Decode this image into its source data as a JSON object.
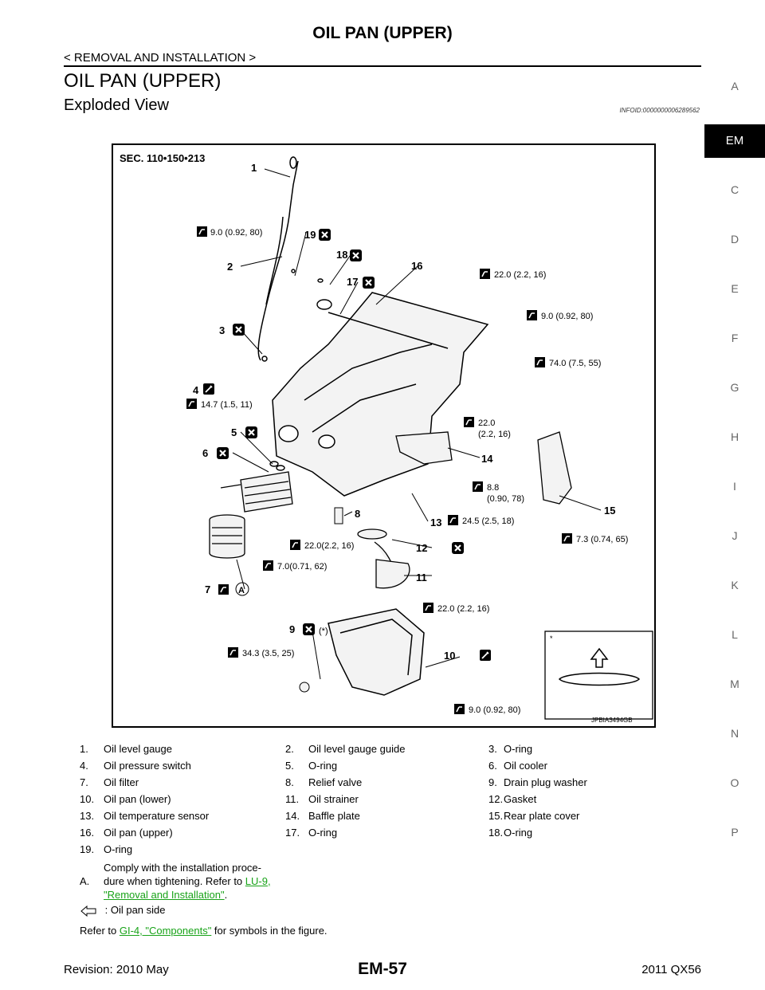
{
  "header": {
    "title": "OIL PAN (UPPER)",
    "breadcrumb": "< REMOVAL AND INSTALLATION >"
  },
  "section": {
    "title": "OIL PAN (UPPER)",
    "subtitle": "Exploded View",
    "infoid": "INFOID:0000000006289562"
  },
  "side_tabs": [
    "A",
    "EM",
    "C",
    "D",
    "E",
    "F",
    "G",
    "H",
    "I",
    "J",
    "K",
    "L",
    "M",
    "N",
    "O",
    "P"
  ],
  "active_tab": "EM",
  "figure": {
    "sec_label": "SEC. 110•150•213",
    "image_id": "JPBIA3494GB",
    "star_note": "*",
    "torques": {
      "t1": "9.0 (0.92, 80)",
      "t2": "22.0 (2.2, 16)",
      "t3": "9.0 (0.92, 80)",
      "t4": "74.0 (7.5, 55)",
      "t5": "14.7 (1.5, 11)",
      "t6a": "22.0",
      "t6b": "(2.2, 16)",
      "t7a": "8.8",
      "t7b": "(0.90, 78)",
      "t8": "24.5 (2.5, 18)",
      "t9": "7.3 (0.74, 65)",
      "t10": "22.0(2.2, 16)",
      "t11": "7.0(0.71, 62)",
      "t12": "22.0 (2.2, 16)",
      "t13": "(*)",
      "t14": "34.3 (3.5, 25)",
      "t15": "9.0 (0.92, 80)"
    },
    "callouts": [
      "1",
      "2",
      "3",
      "4",
      "5",
      "6",
      "7",
      "8",
      "9",
      "10",
      "11",
      "12",
      "13",
      "14",
      "15",
      "16",
      "17",
      "18",
      "19"
    ],
    "a_marker": "A"
  },
  "legend": [
    [
      "1.",
      "Oil level gauge",
      "2.",
      "Oil level gauge guide",
      "3.",
      "O-ring"
    ],
    [
      "4.",
      "Oil pressure switch",
      "5.",
      "O-ring",
      "6.",
      "Oil cooler"
    ],
    [
      "7.",
      "Oil filter",
      "8.",
      "Relief valve",
      "9.",
      "Drain plug washer"
    ],
    [
      "10.",
      "Oil pan (lower)",
      "11.",
      "Oil strainer",
      "12.",
      "Gasket"
    ],
    [
      "13.",
      "Oil temperature sensor",
      "14.",
      "Baffle plate",
      "15.",
      "Rear plate cover"
    ],
    [
      "16.",
      "Oil pan (upper)",
      "17.",
      "O-ring",
      "18.",
      "O-ring"
    ],
    [
      "19.",
      "O-ring",
      "",
      "",
      "",
      ""
    ]
  ],
  "note_a": {
    "label": "A.",
    "text_1": "Comply with the installation proce-",
    "text_2": "dure when tightening. Refer to ",
    "link_1": "LU-9,",
    "link_2": "\"Removal and Installation\"",
    "text_end": "."
  },
  "arrow_note": ": Oil pan side",
  "refer": {
    "prefix": "Refer to ",
    "link": "GI-4, \"Components\"",
    "suffix": " for symbols in the figure."
  },
  "footer": {
    "revision": "Revision: 2010 May",
    "page": "EM-57",
    "model": "2011 QX56"
  }
}
